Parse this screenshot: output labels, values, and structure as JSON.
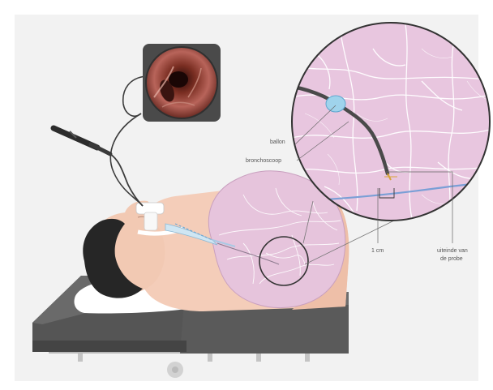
{
  "labels": {
    "balloon": "ballon",
    "bronchoscope": "bronchoscoop",
    "distance": "1 cm",
    "probe_site_line1": "uiteinde van",
    "probe_site_line2": "de probe"
  },
  "colors": {
    "background": "#f3f3f3",
    "lung_tissue": "#e9c8e0",
    "vessel": "#ffffff",
    "skin": "#f2cbb7",
    "scope_cable": "#444444",
    "balloon": "#9ad0ea",
    "pleura_line": "#7a9fd6",
    "bed": "#4a4a4a"
  },
  "icons": {
    "camera_view": "endoscopic-camera-view",
    "magnifier": "magnified-lung-detail"
  }
}
